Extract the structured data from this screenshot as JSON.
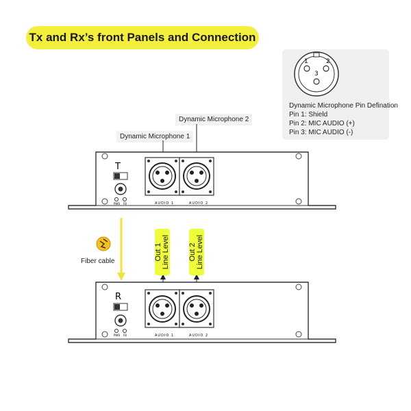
{
  "title": "Tx and Rx’s front Panels and Connection",
  "pin_definition": {
    "heading": "Dynamic Microphone Pin Defination",
    "pins": [
      "Pin 1: Shield",
      "Pin 2: MIC AUDIO (+)",
      "Pin 3: MIC AUDIO (-)"
    ],
    "connector_numbers": [
      "1",
      "2",
      "3"
    ]
  },
  "callouts": {
    "mic1": "Dynamic Microphone 1",
    "mic2": "Dynamic Microphone 2"
  },
  "tx_unit": {
    "letter": "T",
    "port1": "AUDIO 1",
    "port2": "AUDIO 2",
    "led1": "PWR",
    "led2": "FB"
  },
  "rx_unit": {
    "letter": "R",
    "port1": "AUDIO 1",
    "port2": "AUDIO 2",
    "led1": "PWR",
    "led2": "FB"
  },
  "fiber_label": "Fiber cable",
  "outputs": [
    {
      "line1": "Out 1",
      "line2": "Line Level"
    },
    {
      "line1": "Out 2",
      "line2": "Line Level"
    }
  ],
  "colors": {
    "accent_yellow": "#f4ef3a",
    "label_yellow": "#eefc3a",
    "arrow_yellow": "#f0e23a"
  }
}
